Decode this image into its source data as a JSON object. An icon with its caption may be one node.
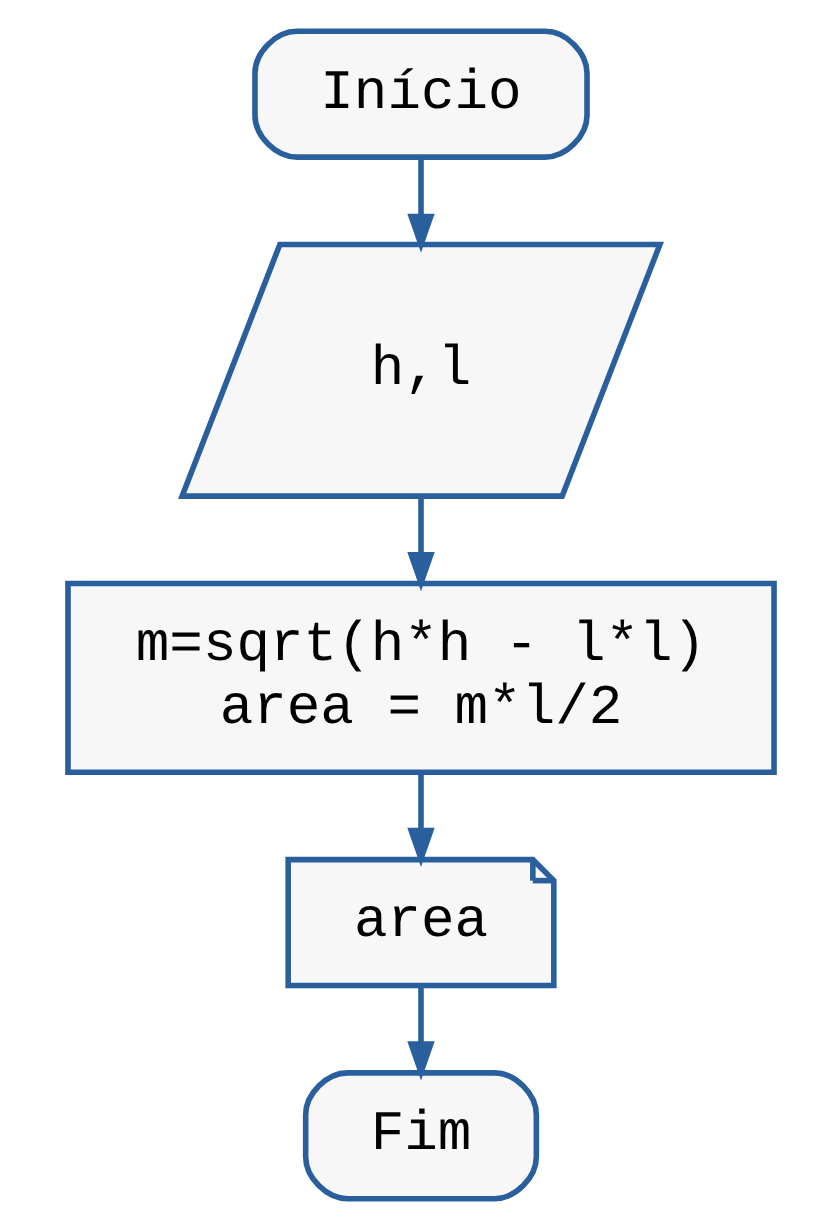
{
  "diagram": {
    "nodes": [
      {
        "text": [
          "Início"
        ]
      },
      {
        "text": [
          "h,l"
        ]
      },
      {
        "text": [
          "m=sqrt(h*h - l*l)",
          "area = m*l/2"
        ]
      },
      {
        "text": [
          "area"
        ]
      },
      {
        "text": [
          "Fim"
        ]
      }
    ],
    "edges": [
      {
        "from": 0,
        "to": 1,
        "arrow": "to"
      },
      {
        "from": 1,
        "to": 2,
        "arrow": "to"
      },
      {
        "from": 2,
        "to": 3,
        "arrow": "to"
      },
      {
        "from": 3,
        "to": 4,
        "arrow": "to"
      }
    ]
  }
}
